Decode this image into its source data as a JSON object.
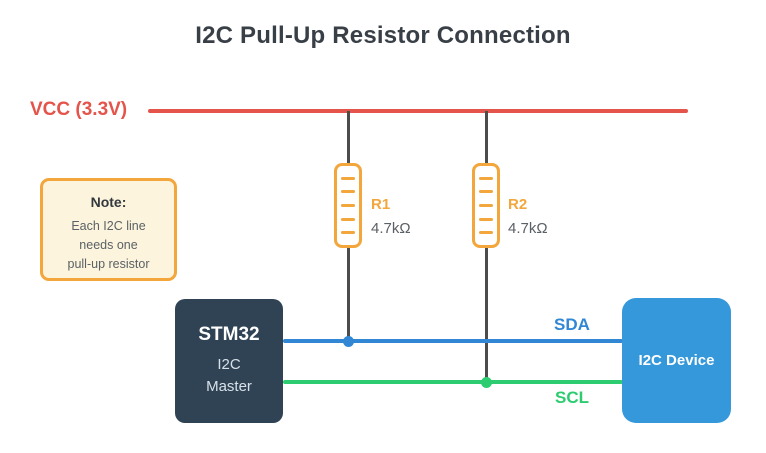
{
  "title": "I2C Pull-Up Resistor Connection",
  "vcc": {
    "label": "VCC (3.3V)"
  },
  "note": {
    "heading": "Note:",
    "lines": [
      "Each I2C line",
      "needs one",
      "pull-up resistor"
    ]
  },
  "resistors": [
    {
      "name": "R1",
      "value": "4.7kΩ"
    },
    {
      "name": "R2",
      "value": "4.7kΩ"
    }
  ],
  "master": {
    "name": "STM32",
    "role_line1": "I2C",
    "role_line2": "Master"
  },
  "device": {
    "name": "I2C Device"
  },
  "buses": {
    "sda_label": "SDA",
    "scl_label": "SCL"
  },
  "colors": {
    "vcc_red": "#E4544B",
    "resistor_orange": "#F2A63C",
    "note_bg": "#FCF4DC",
    "sda_blue": "#3187D3",
    "scl_green": "#2ECC71",
    "master_dark": "#2F4355",
    "device_blue": "#3498DB",
    "wire_gray": "#4c4c4c"
  }
}
